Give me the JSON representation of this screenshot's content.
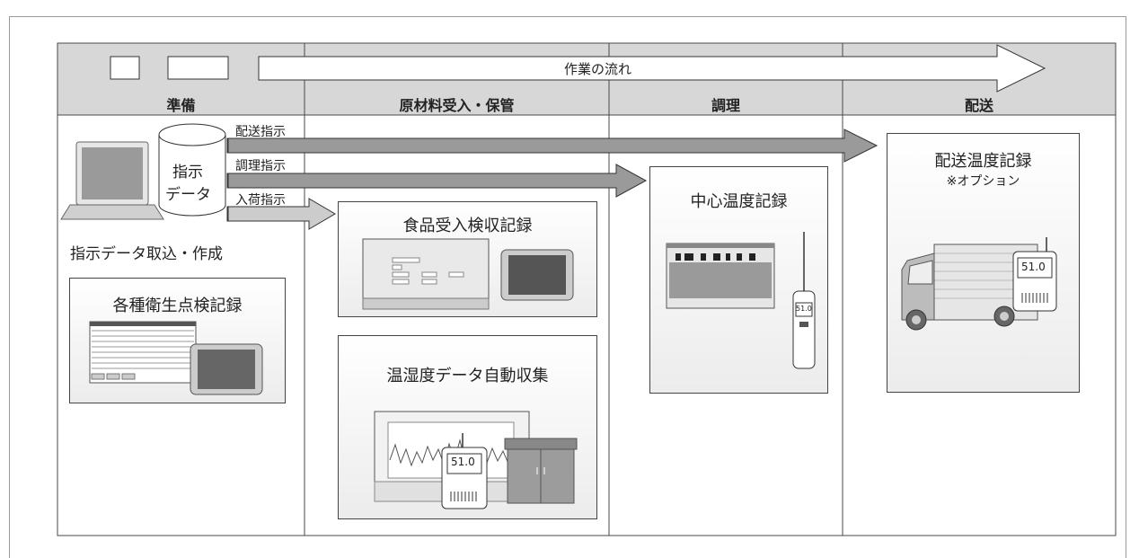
{
  "flow_label": "作業の流れ",
  "phases": [
    "準備",
    "原材料受入・保管",
    "調理",
    "配送"
  ],
  "instructions": {
    "delivery": "配送指示",
    "cooking": "調理指示",
    "arrival": "入荷指示"
  },
  "database": {
    "line1": "指示",
    "line2": "データ"
  },
  "prep": {
    "import_label": "指示データ取込・作成",
    "hygiene_box": "各種衛生点検記録"
  },
  "receiving": {
    "inspection_box": "食品受入検収記録",
    "humidity_box": "温湿度データ自動収集"
  },
  "cooking": {
    "core_temp_box": "中心温度記録"
  },
  "delivery": {
    "temp_box": "配送温度記録",
    "option": "※オプション"
  },
  "device_readout": "51.0"
}
